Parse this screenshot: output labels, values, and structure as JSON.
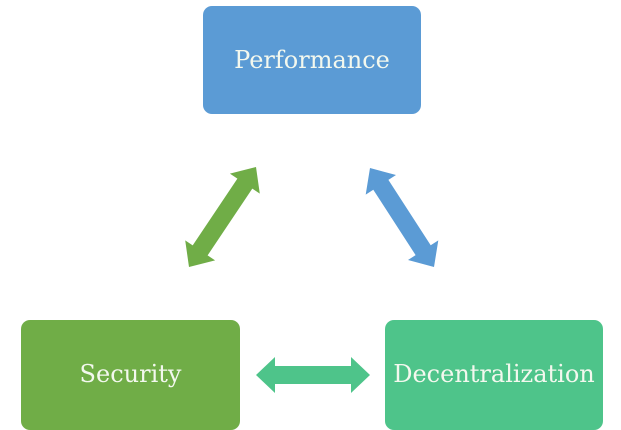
{
  "diagram": {
    "nodes": [
      {
        "id": "performance",
        "label": "Performance",
        "color": "#5b9bd5"
      },
      {
        "id": "security",
        "label": "Security",
        "color": "#70ad47"
      },
      {
        "id": "decentralization",
        "label": "Decentralization",
        "color": "#4ec48a"
      }
    ],
    "edges": [
      {
        "from": "security",
        "to": "performance",
        "type": "bidirectional",
        "color": "#70ad47"
      },
      {
        "from": "performance",
        "to": "decentralization",
        "type": "bidirectional",
        "color": "#5b9bd5"
      },
      {
        "from": "security",
        "to": "decentralization",
        "type": "bidirectional",
        "color": "#4ec48a"
      }
    ]
  }
}
